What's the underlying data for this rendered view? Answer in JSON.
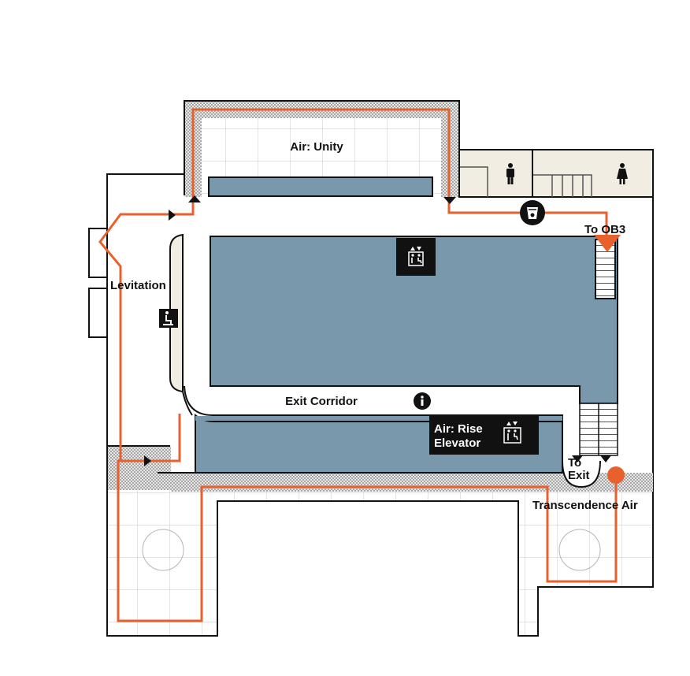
{
  "map": {
    "colors": {
      "route": "#E8602C",
      "building_block": "#7A98AB",
      "restroom_fill": "#F1EDE2",
      "wall": "#111111",
      "grid": "#CFCFCF",
      "hatch": "#BDBDBD"
    },
    "labels": {
      "air_unity": "Air: Unity",
      "levitation": "Levitation",
      "exit_corridor": "Exit Corridor",
      "air_rise_line1": "Air: Rise",
      "air_rise_line2": "Elevator",
      "to_ob3": "To OB3",
      "to_exit_line1": "To",
      "to_exit_line2": "Exit",
      "transcendence_air": "Transcendence Air"
    },
    "icons": [
      {
        "name": "elevator-accessible-icon",
        "location": "central block top"
      },
      {
        "name": "elevator-accessible-icon",
        "location": "Air: Rise Elevator sign"
      },
      {
        "name": "seating-icon",
        "location": "Levitation bench"
      },
      {
        "name": "info-icon",
        "location": "Exit Corridor"
      },
      {
        "name": "water-fountain-icon",
        "location": "near restrooms"
      },
      {
        "name": "men-restroom-icon",
        "location": "restroom left"
      },
      {
        "name": "women-restroom-icon",
        "location": "restroom right"
      },
      {
        "name": "route-end-marker-icon",
        "location": "Transcendence Air"
      }
    ]
  }
}
